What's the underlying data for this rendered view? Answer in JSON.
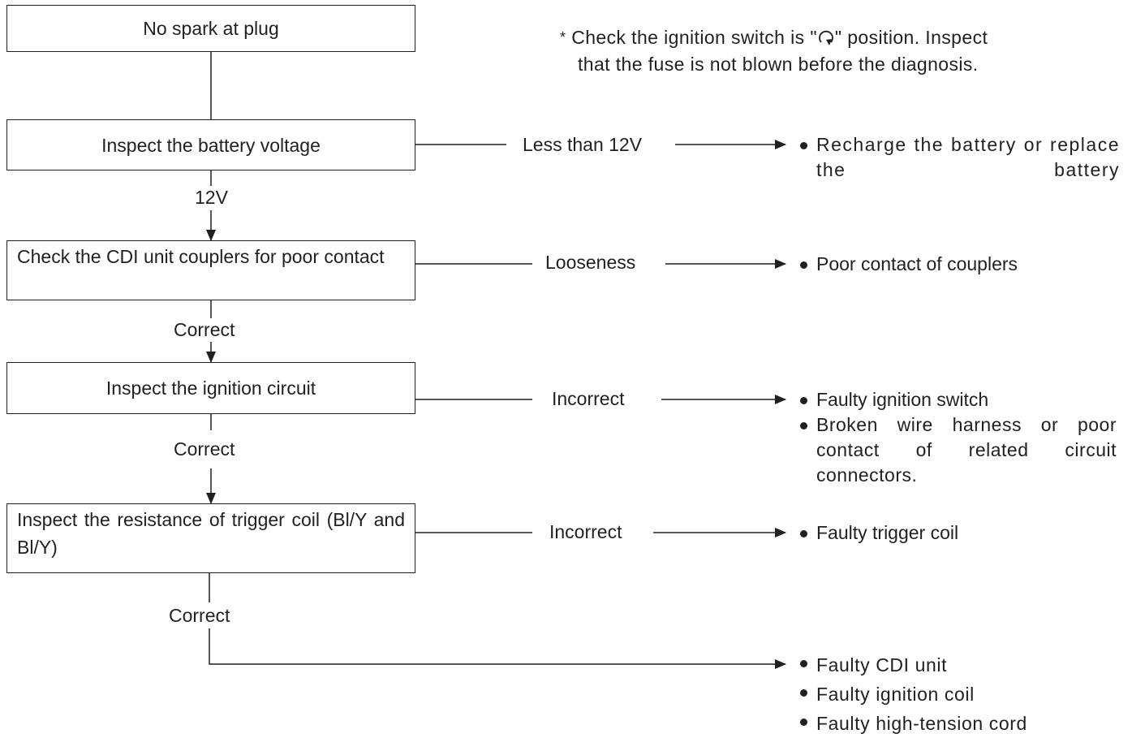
{
  "note": {
    "asterisk": "*",
    "line1_a": "Check the ignition switch is \"",
    "line1_b": "\" position. Inspect",
    "line2": "that the fuse is not blown before the diagnosis.",
    "icon": "ignition-on-symbol-icon"
  },
  "steps": [
    {
      "text": "No spark at plug"
    },
    {
      "text": "Inspect the battery voltage"
    },
    {
      "text": "Check the CDI unit couplers for poor contact"
    },
    {
      "text": "Inspect the ignition circuit"
    },
    {
      "text": "Inspect the resistance of trigger coil (Bl/Y and Bl/Y)"
    }
  ],
  "down_labels": [
    "12V",
    "Correct",
    "Correct",
    "Correct"
  ],
  "branches": [
    {
      "condition": "Less than 12V",
      "results": [
        "Recharge the battery or replace the battery"
      ]
    },
    {
      "condition": "Looseness",
      "results": [
        "Poor contact of couplers"
      ]
    },
    {
      "condition": "Incorrect",
      "results": [
        "Faulty ignition switch",
        "Broken wire harness or poor contact of related circuit connectors."
      ]
    },
    {
      "condition": "Incorrect",
      "results": [
        "Faulty trigger coil"
      ]
    }
  ],
  "final_results": [
    "Faulty CDI unit",
    "Faulty ignition coil",
    "Faulty high-tension cord"
  ]
}
